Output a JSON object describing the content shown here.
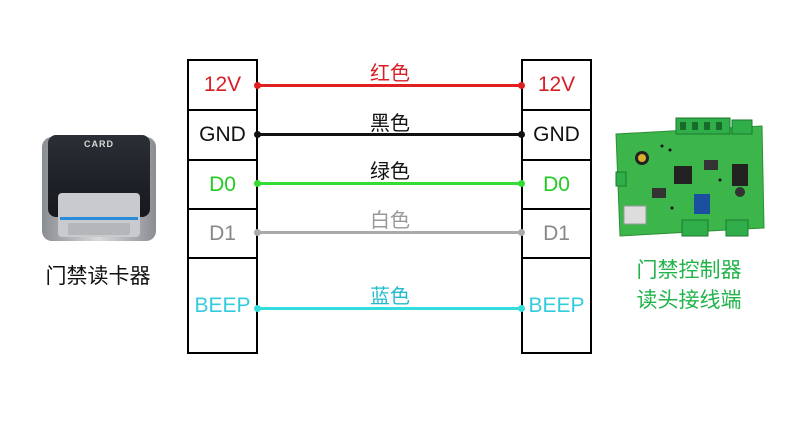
{
  "reader": {
    "card_text": "CARD",
    "label": "门禁读卡器"
  },
  "controller": {
    "label_lines": [
      "门禁控制器",
      "读头接线端"
    ],
    "label_color": "#22b34a",
    "board_color": "#3cb54a"
  },
  "terminals": [
    {
      "left": "12V",
      "right": "12V",
      "color": "#d61f26",
      "wire_color": "#e02020",
      "wire_label": "红色",
      "wire_label_color": "#d61f26"
    },
    {
      "left": "GND",
      "right": "GND",
      "color": "#111111",
      "wire_color": "#111111",
      "wire_label": "黑色",
      "wire_label_color": "#111111"
    },
    {
      "left": "D0",
      "right": "D0",
      "color": "#22cc22",
      "wire_color": "#33dd33",
      "wire_label": "绿色",
      "wire_label_color": "#111111"
    },
    {
      "left": "D1",
      "right": "D1",
      "color": "#888888",
      "wire_color": "#aaaaaa",
      "wire_label": "白色",
      "wire_label_color": "#999999"
    },
    {
      "left": "BEEP",
      "right": "BEEP",
      "color": "#33ccdd",
      "wire_color": "#33dddd",
      "wire_label": "蓝色",
      "wire_label_color": "#22bbcc"
    }
  ]
}
